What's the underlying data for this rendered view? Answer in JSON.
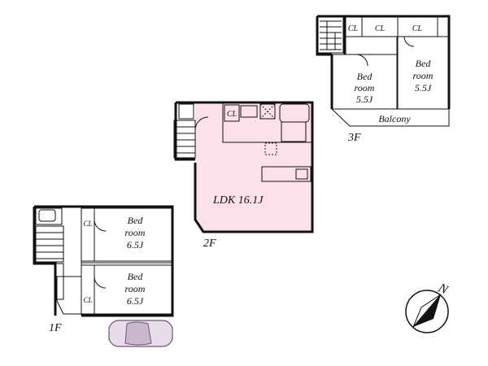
{
  "floors": {
    "first": {
      "label": "1F",
      "bedroom_a": {
        "line1": "Bed",
        "line2": "room",
        "line3": "6.5J"
      },
      "bedroom_b": {
        "line1": "Bed",
        "line2": "room",
        "line3": "6.5J"
      },
      "closet_a": "CL",
      "closet_b": "CL"
    },
    "second": {
      "label": "2F",
      "ldk": "LDK 16.1J",
      "closet": "CL"
    },
    "third": {
      "label": "3F",
      "bedroom_a": {
        "line1": "Bed",
        "line2": "room",
        "line3": "5.5J"
      },
      "bedroom_b": {
        "line1": "Bed",
        "line2": "room",
        "line3": "5.5J"
      },
      "closet_a": "CL",
      "closet_b": "CL",
      "closet_c": "CL",
      "balcony": "Balcony"
    }
  },
  "compass": {
    "label": "N"
  },
  "colors": {
    "bedroom": "#eef7a8",
    "closet": "#f6d3c2",
    "ldk": "#fde1ea",
    "wet_area": "#c9f0ec",
    "balcony": "#d8d8d8"
  }
}
